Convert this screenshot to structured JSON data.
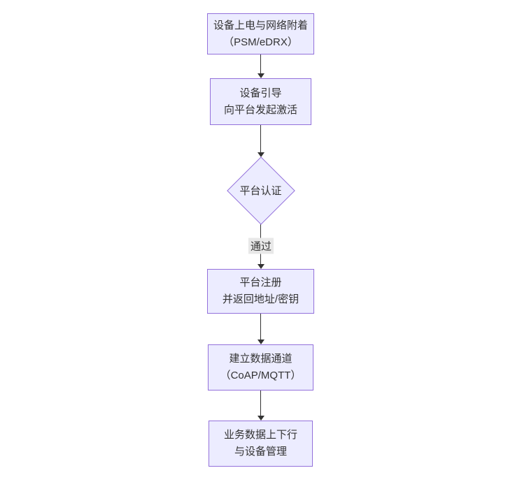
{
  "diagram": {
    "type": "flowchart",
    "direction": "top-down",
    "colors": {
      "background": "#ffffff",
      "node_fill": "#ECECFF",
      "node_border": "#9370DB",
      "text": "#333333",
      "edge_line": "#333333",
      "edge_label_bg": "#e8e8e8"
    },
    "nodes": [
      {
        "id": "power-attach",
        "shape": "rect",
        "lines": [
          "设备上电与网络附着",
          "（PSM/eDRX）"
        ]
      },
      {
        "id": "bootstrap",
        "shape": "rect",
        "lines": [
          "设备引导",
          "向平台发起激活"
        ]
      },
      {
        "id": "platform-auth",
        "shape": "diamond",
        "lines": [
          "平台认证"
        ]
      },
      {
        "id": "platform-register",
        "shape": "rect",
        "lines": [
          "平台注册",
          "并返回地址/密钥"
        ]
      },
      {
        "id": "data-channel",
        "shape": "rect",
        "lines": [
          "建立数据通道",
          "（CoAP/MQTT）"
        ]
      },
      {
        "id": "business-data",
        "shape": "rect",
        "lines": [
          "业务数据上下行",
          "与设备管理"
        ]
      }
    ],
    "edges": [
      {
        "from": "power-attach",
        "to": "bootstrap",
        "label": ""
      },
      {
        "from": "bootstrap",
        "to": "platform-auth",
        "label": ""
      },
      {
        "from": "platform-auth",
        "to": "platform-register",
        "label": "通过"
      },
      {
        "from": "platform-register",
        "to": "data-channel",
        "label": ""
      },
      {
        "from": "data-channel",
        "to": "business-data",
        "label": ""
      }
    ]
  }
}
